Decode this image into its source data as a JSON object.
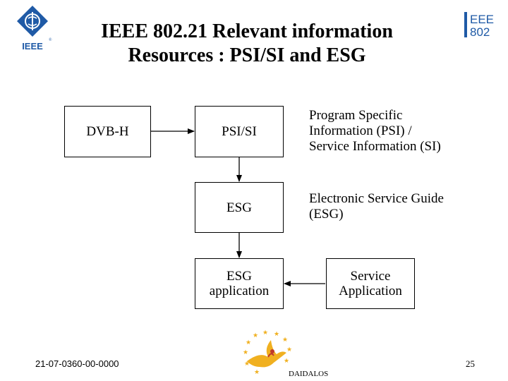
{
  "header": {
    "title_line1": "IEEE 802.21 Relevant information",
    "title_line2": "Resources : PSI/SI and ESG",
    "logo_right_line1": "EEE",
    "logo_right_line2": "802",
    "logo_left_text": "IEEE"
  },
  "diagram": {
    "nodes": {
      "dvbh": "DVB-H",
      "psisi": "PSI/SI",
      "esg": "ESG",
      "esg_app_line1": "ESG",
      "esg_app_line2": "application",
      "service_line1": "Service",
      "service_line2": "Application"
    },
    "descriptions": {
      "psisi_line1": "Program Specific",
      "psisi_line2": "Information (PSI) /",
      "psisi_line3": "Service Information (SI)",
      "esg_line1": "Electronic Service Guide",
      "esg_line2": "(ESG)"
    },
    "edges": [
      {
        "from": "DVB-H",
        "to": "PSI/SI"
      },
      {
        "from": "PSI/SI",
        "to": "ESG"
      },
      {
        "from": "ESG",
        "to": "ESG application"
      },
      {
        "from": "Service Application",
        "to": "ESG application"
      }
    ]
  },
  "footer": {
    "doc_number": "21-07-0360-00-0000",
    "page_number": "25",
    "partner_logo_text": "DAIDALOS"
  },
  "colors": {
    "ieee_blue": "#1f5aa6",
    "daidalos_gold": "#f0b020",
    "daidalos_red": "#c0392b"
  }
}
